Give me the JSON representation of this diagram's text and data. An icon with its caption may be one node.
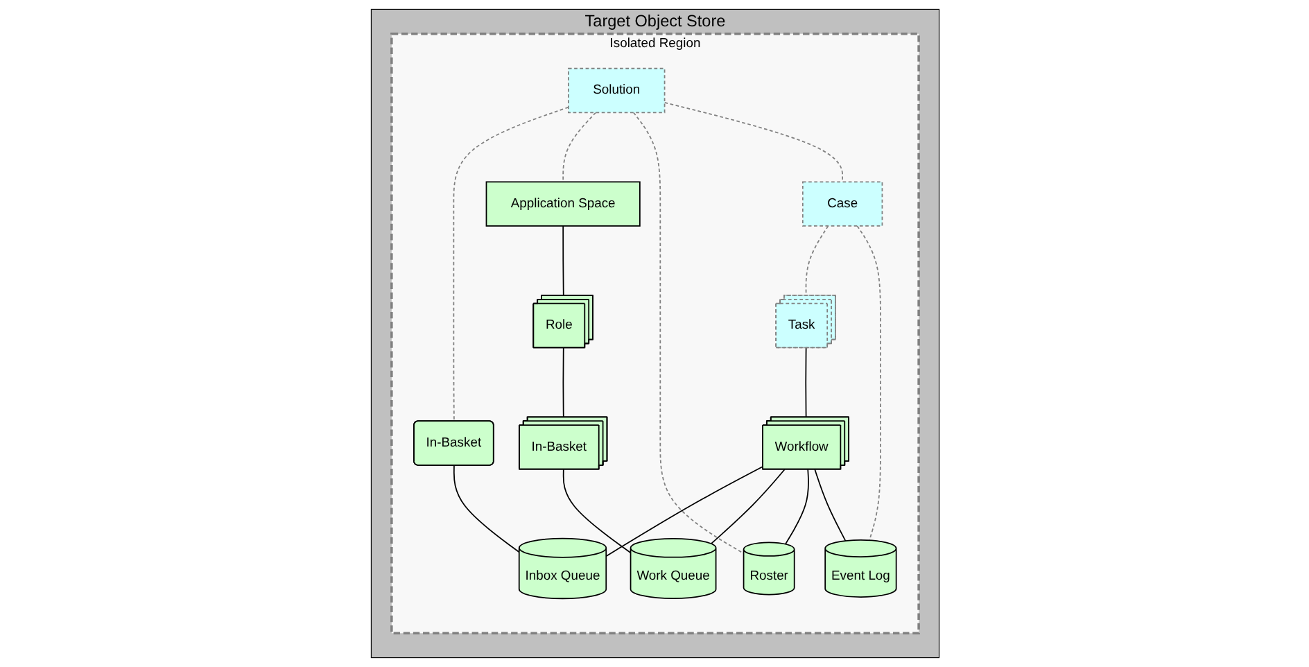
{
  "diagram": {
    "nodes": [
      {
        "text": [
          "Target Object Store"
        ]
      },
      {
        "text": [
          "Isolated Region"
        ],
        "in": 0
      },
      {
        "text": [
          "Solution"
        ],
        "in": 1
      },
      {
        "text": [
          "Application Space"
        ],
        "in": 1
      },
      {
        "text": [
          "Case"
        ],
        "in": 1
      },
      {
        "text": [
          "Role"
        ],
        "in": 1
      },
      {
        "text": [
          "Task"
        ],
        "in": 1
      },
      {
        "text": [
          "In-Basket"
        ],
        "in": 1
      },
      {
        "text": [
          "In-Basket"
        ],
        "in": 1
      },
      {
        "text": [
          "Workflow"
        ],
        "in": 1
      },
      {
        "text": [
          "Inbox Queue"
        ],
        "in": 1
      },
      {
        "text": [
          "Work Queue"
        ],
        "in": 1
      },
      {
        "text": [
          "Roster"
        ],
        "in": 1
      },
      {
        "text": [
          "Event Log"
        ],
        "in": 1
      }
    ],
    "edges": [
      {
        "from": 2,
        "to": 7,
        "arrow": "none",
        "style": "dashed",
        "color": "#808080"
      },
      {
        "from": 2,
        "to": 3,
        "arrow": "none",
        "style": "dashed",
        "color": "#808080"
      },
      {
        "from": 2,
        "to": 12,
        "arrow": "none",
        "style": "dashed",
        "color": "#808080"
      },
      {
        "from": 2,
        "to": 4,
        "arrow": "none",
        "style": "dashed",
        "color": "#808080"
      },
      {
        "from": 3,
        "to": 5,
        "arrow": "none"
      },
      {
        "from": 4,
        "to": 6,
        "arrow": "none",
        "style": "dashed",
        "color": "#808080"
      },
      {
        "from": 4,
        "to": 13,
        "arrow": "none",
        "style": "dashed",
        "color": "#808080"
      },
      {
        "from": 5,
        "to": 8,
        "arrow": "none"
      },
      {
        "from": 6,
        "to": 9,
        "arrow": "none"
      },
      {
        "from": 7,
        "to": 10,
        "arrow": "none"
      },
      {
        "from": 8,
        "to": 11,
        "arrow": "none"
      },
      {
        "from": 9,
        "to": 10,
        "arrow": "none"
      },
      {
        "from": 9,
        "to": 11,
        "arrow": "none"
      },
      {
        "from": 9,
        "to": 12,
        "arrow": "none"
      },
      {
        "from": 9,
        "to": 13,
        "arrow": "none"
      }
    ]
  }
}
